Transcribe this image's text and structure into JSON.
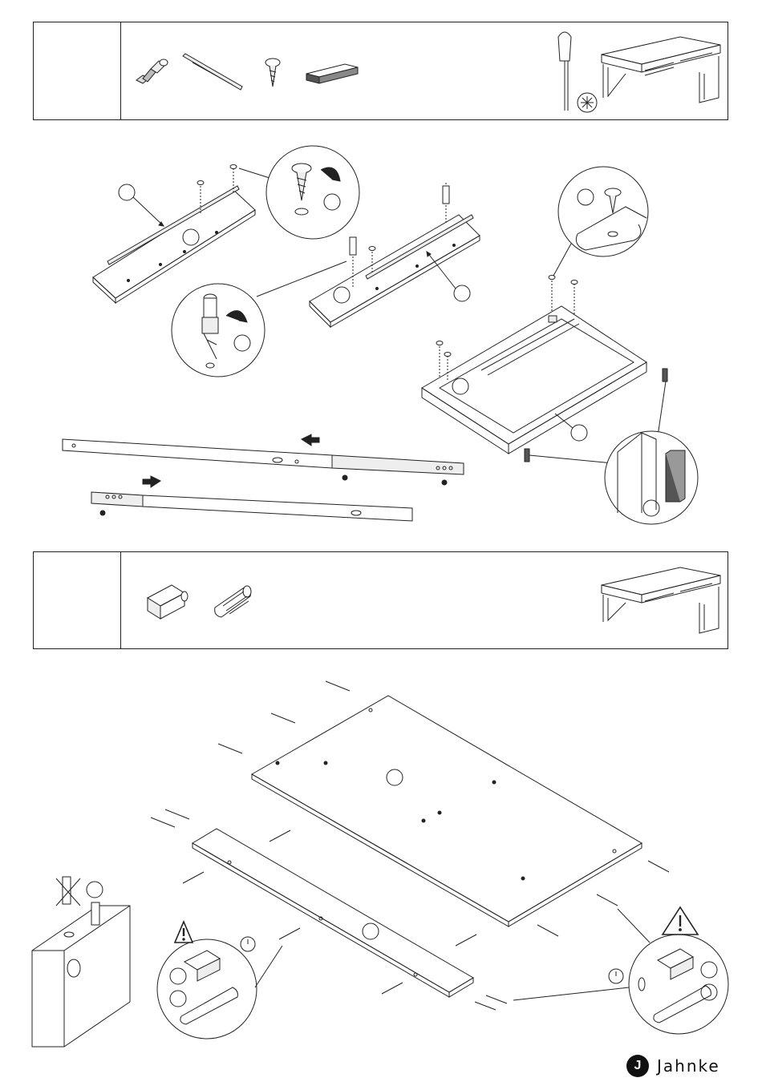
{
  "brand": {
    "name": "Jahnke",
    "logo_letter": "J"
  },
  "steps": [
    {
      "id": "drawer-frame",
      "parts_icons": [
        "cam-bolt-icon",
        "drawer-rail-icon",
        "screw-icon",
        "glide-pad-icon"
      ],
      "tools": [
        "screwdriver-icon",
        "phillips-bit-icon"
      ]
    },
    {
      "id": "top-assembly",
      "parts_icons": [
        "cam-lock-icon",
        "wood-dowel-icon"
      ]
    }
  ]
}
